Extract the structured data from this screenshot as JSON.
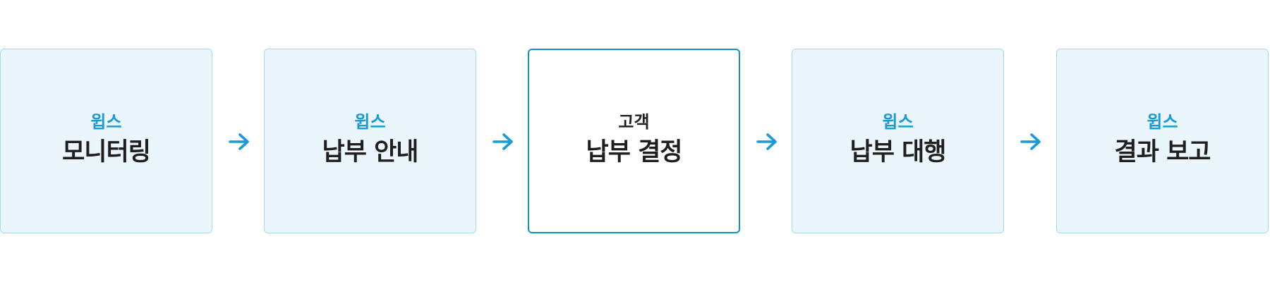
{
  "steps": [
    {
      "actor": "윕스",
      "title": "모니터링",
      "highlight": false
    },
    {
      "actor": "윕스",
      "title": "납부 안내",
      "highlight": false
    },
    {
      "actor": "고객",
      "title": "납부 결정",
      "highlight": true
    },
    {
      "actor": "윕스",
      "title": "납부 대행",
      "highlight": false
    },
    {
      "actor": "윕스",
      "title": "결과 보고",
      "highlight": false
    }
  ],
  "arrow_icon": "arrow-right-icon",
  "colors": {
    "accent": "#1a9ad6",
    "card_bg": "#eaf6fc",
    "card_border": "#a6d8f0",
    "highlight_border": "#1390c4",
    "title_text": "#1f1f1f"
  }
}
